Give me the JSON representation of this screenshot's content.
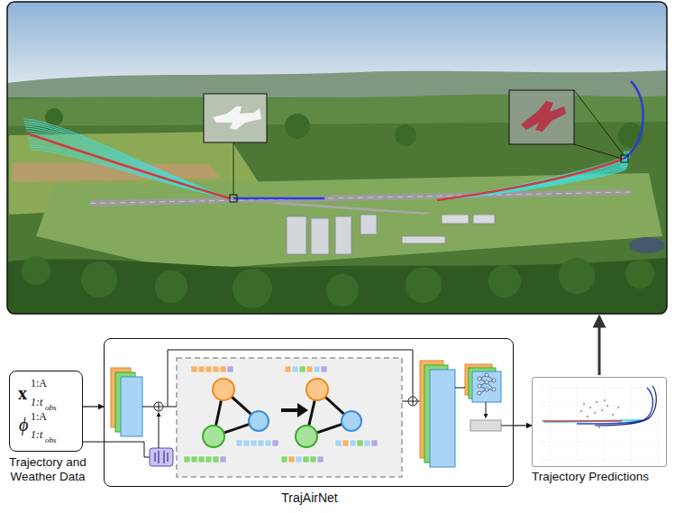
{
  "diagram": {
    "nodes": [
      {
        "text": [
          "x",
          "1:A",
          "1:t",
          "obs",
          "ϕ",
          "1:A",
          "1:t",
          "obs",
          "Trajectory and Weather Data"
        ]
      },
      {
        "text": [
          "TrajAirNet"
        ]
      },
      {
        "text": [
          "Trajectory Predictions"
        ]
      }
    ],
    "edges": [
      {
        "from": 0,
        "to": 1,
        "arrow": "to"
      },
      {
        "from": 1,
        "to": 2,
        "arrow": "to"
      }
    ]
  }
}
